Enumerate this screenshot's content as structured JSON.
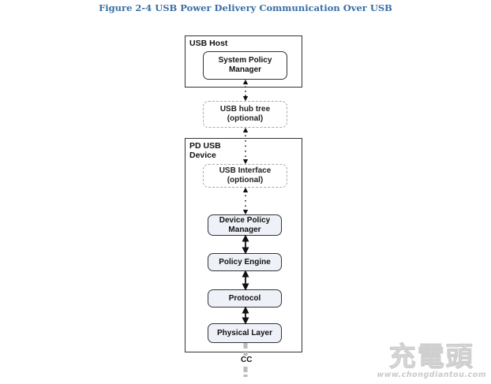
{
  "caption": "Figure 2-4 USB Power Delivery Communication Over USB",
  "usb_host": {
    "label": "USB Host",
    "system_policy_manager": "System Policy\nManager"
  },
  "hub_tree": "USB hub tree\n(optional)",
  "pd_device": {
    "label": "PD USB\nDevice",
    "usb_interface": "USB Interface\n(optional)",
    "device_policy_manager": "Device Policy\nManager",
    "policy_engine": "Policy Engine",
    "protocol": "Protocol",
    "physical_layer": "Physical Layer"
  },
  "cc_label": "CC",
  "watermark": {
    "glyphs": "充電頭",
    "url": "www.chongdiantou.com"
  },
  "colors": {
    "caption": "#3a6ea5",
    "box_fill": "#eef1f8",
    "border": "#333333",
    "dotted_border": "#aaaaaa",
    "cc_line": "#bbbbbb"
  }
}
